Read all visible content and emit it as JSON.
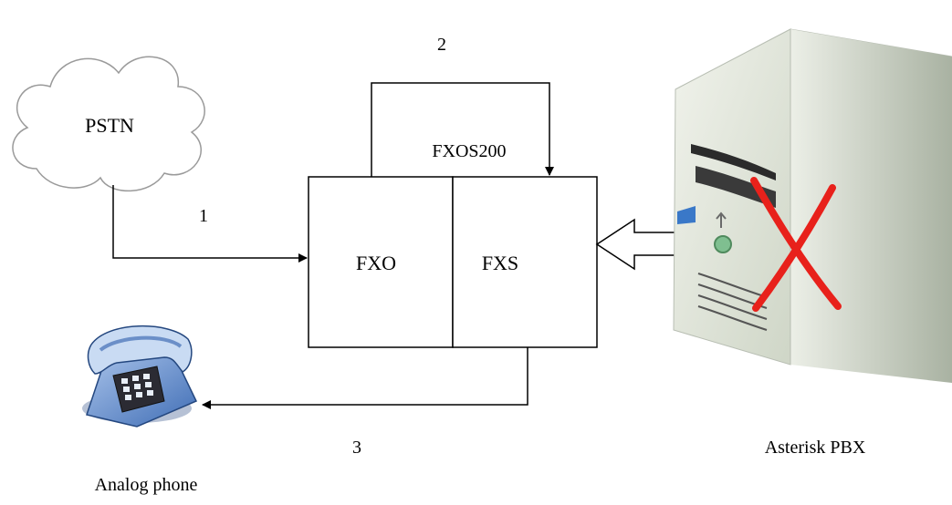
{
  "diagram": {
    "nodes": {
      "pstn": {
        "label": "PSTN",
        "icon": "cloud-icon"
      },
      "device": {
        "name": "FXOS200",
        "port_left": "FXO",
        "port_right": "FXS"
      },
      "phone": {
        "label": "Analog phone",
        "icon": "telephone-icon"
      },
      "server": {
        "label": "Asterisk PBX",
        "icon": "server-tower-icon",
        "status_mark": "red-x-icon"
      }
    },
    "edges": [
      {
        "id": "1",
        "label": "1",
        "from": "PSTN",
        "to": "FXO"
      },
      {
        "id": "2",
        "label": "2",
        "from": "FXO",
        "to": "FXS"
      },
      {
        "id": "3",
        "label": "3",
        "from": "FXS",
        "to": "Analog phone"
      }
    ],
    "colors": {
      "line": "#000000",
      "cross": "#e8211b",
      "server_body": "#dde3d8",
      "phone_body": "#6b8fc8"
    }
  }
}
